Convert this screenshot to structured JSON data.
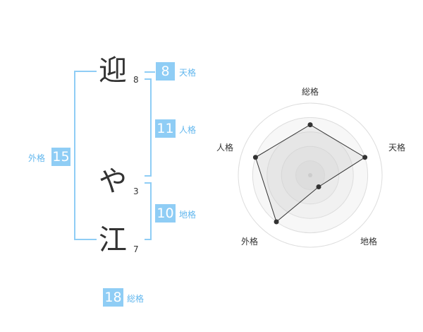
{
  "name": {
    "chars": [
      {
        "char": "迎",
        "strokes": "8"
      },
      {
        "char": "や",
        "strokes": "3"
      },
      {
        "char": "江",
        "strokes": "7"
      }
    ]
  },
  "fortunes": {
    "tenkaku": {
      "value": "8",
      "label": "天格"
    },
    "jinkaku": {
      "value": "11",
      "label": "人格"
    },
    "chikaku": {
      "value": "10",
      "label": "地格"
    },
    "gaikaku": {
      "value": "15",
      "label": "外格"
    },
    "soukaku": {
      "value": "18",
      "label": "総格"
    }
  },
  "colors": {
    "accent": "#8fcdf5",
    "label_blue": "#62b7ee",
    "text": "#333333"
  },
  "chart_data": {
    "type": "radar",
    "categories": [
      "総格",
      "天格",
      "地格",
      "外格",
      "人格"
    ],
    "values": [
      3.5,
      4,
      1,
      4,
      4
    ],
    "rmax": 5,
    "rings": 5
  }
}
